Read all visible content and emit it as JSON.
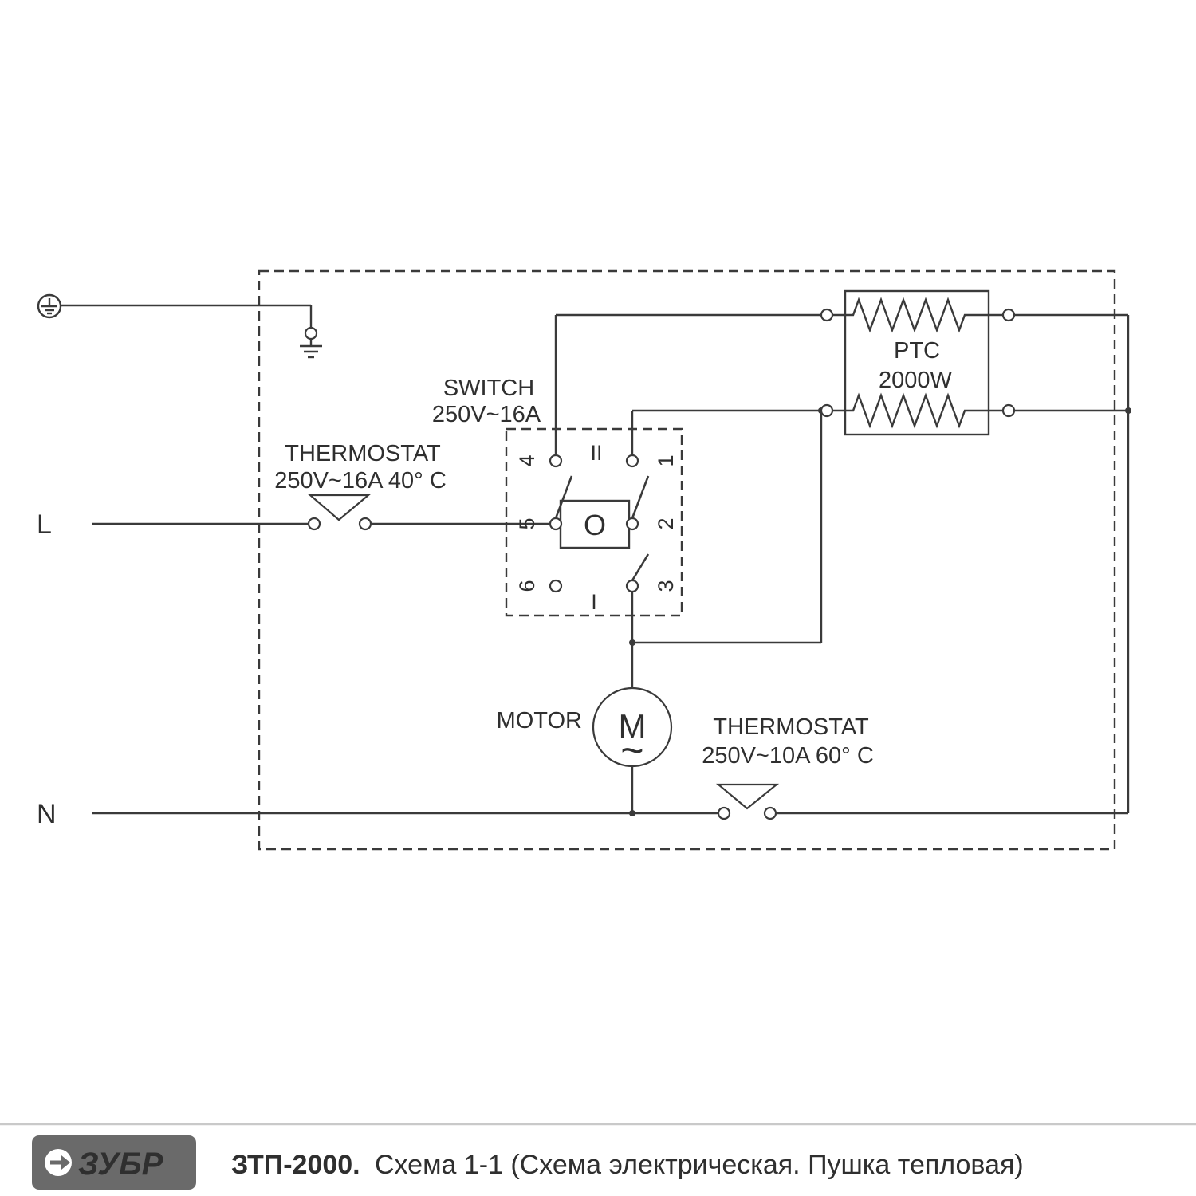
{
  "diagram": {
    "live_label": "L",
    "neutral_label": "N",
    "thermostat_supply": {
      "title": "THERMOSTAT",
      "spec": "250V~16A 40° C"
    },
    "switch": {
      "title": "SWITCH",
      "spec": "250V~16A",
      "left_terminals": [
        "4",
        "5",
        "6"
      ],
      "right_terminals": [
        "1",
        "2",
        "3"
      ],
      "positions": [
        "II",
        "O",
        "I"
      ]
    },
    "ptc": {
      "title": "PTC",
      "power": "2000W"
    },
    "motor": {
      "label": "MOTOR",
      "symbol": "M",
      "wave": "~"
    },
    "thermostat_motor": {
      "title": "THERMOSTAT",
      "spec": "250V~10A 60° C"
    },
    "line_color": "#3a3a3a"
  },
  "footer": {
    "brand": "ЗУБР",
    "model": "ЗТП-2000.",
    "caption": "Схема 1-1 (Схема электрическая. Пушка тепловая)"
  }
}
